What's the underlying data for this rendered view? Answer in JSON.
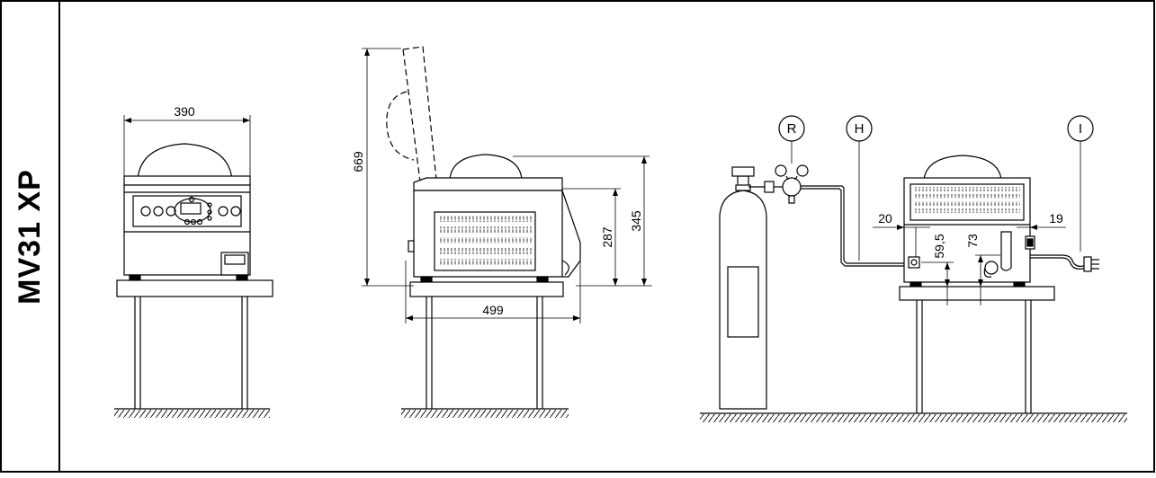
{
  "title": "MV31 XP",
  "dimensions": {
    "front_width": "390",
    "open_height": "669",
    "height_287": "287",
    "height_345": "345",
    "depth_499": "499",
    "offset_20": "20",
    "offset_19": "19",
    "height_59_5": "59,5",
    "height_73": "73"
  },
  "callouts": {
    "regulator": "R",
    "hose": "H",
    "cable": "I"
  }
}
